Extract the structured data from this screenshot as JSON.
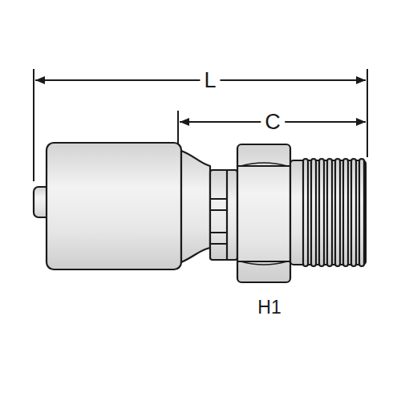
{
  "diagram": {
    "labels": [
      "L",
      "C",
      "H1"
    ]
  }
}
